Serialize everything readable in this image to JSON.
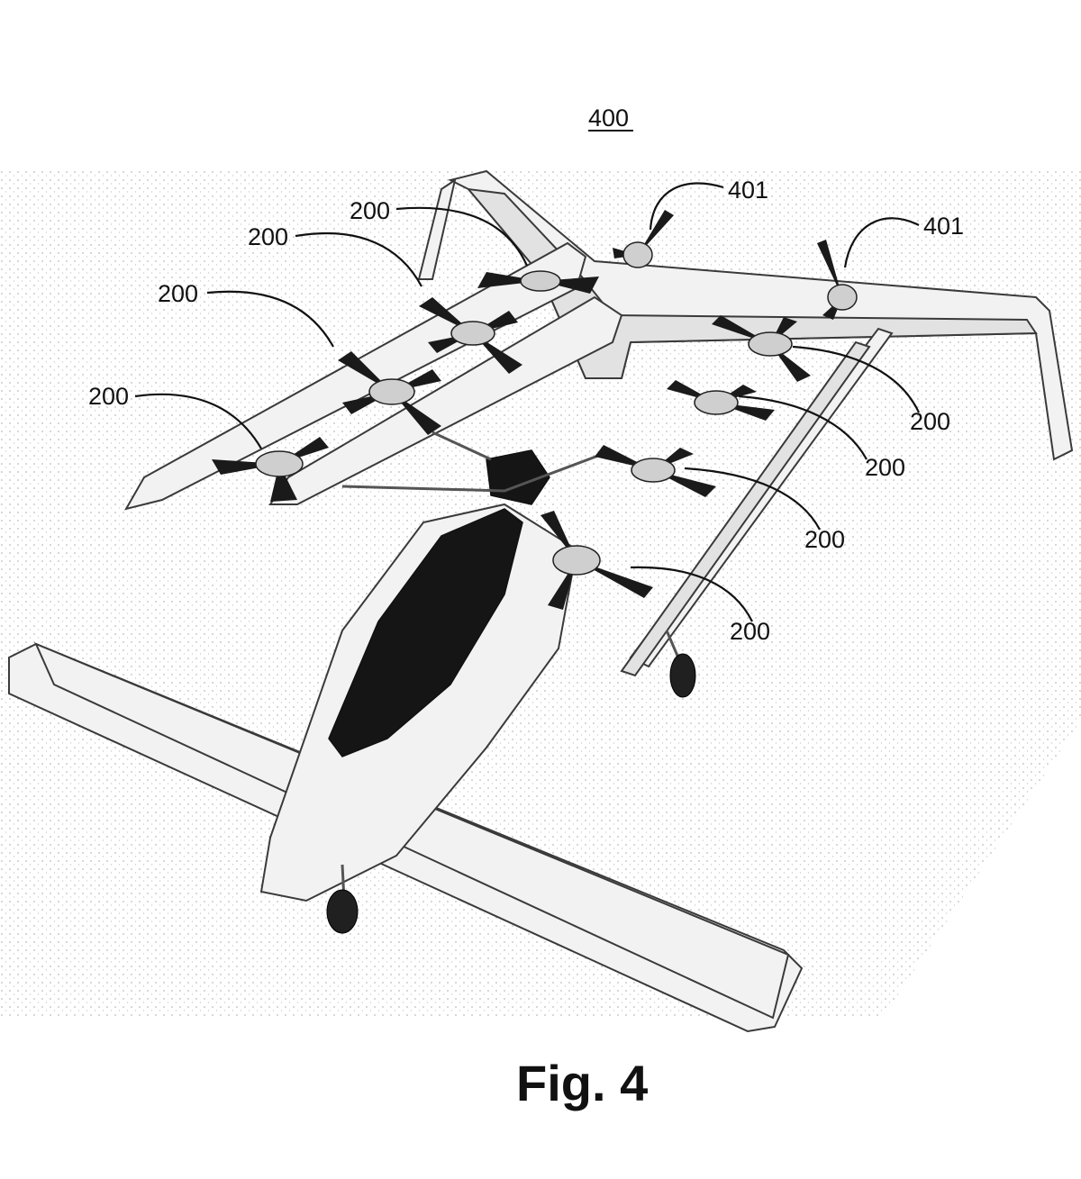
{
  "figure": {
    "reference_label": "400",
    "caption": "Fig. 4"
  },
  "labels": {
    "rotor_1": "200",
    "rotor_2": "200",
    "rotor_3": "200",
    "rotor_4": "200",
    "rotor_5": "200",
    "rotor_6": "200",
    "rotor_7": "200",
    "rotor_8": "200",
    "pusher_left": "401",
    "pusher_right": "401"
  }
}
